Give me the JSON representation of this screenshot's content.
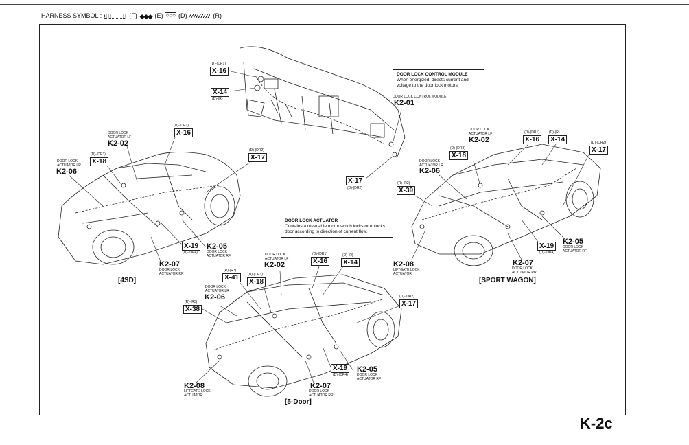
{
  "legend": {
    "title": "HARNESS SYMBOL :",
    "items": [
      {
        "sym": "dotted-line",
        "label": "(F)"
      },
      {
        "sym": "◆◆◆",
        "label": "(E)"
      },
      {
        "sym": "○○○",
        "label": "(D)"
      },
      {
        "sym": "hatched-line",
        "label": "(R)"
      }
    ]
  },
  "page_code": "K-2c",
  "notes": {
    "module": {
      "title": "DOOR LOCK CONTROL MODULE",
      "text": "When energized, directs current and voltage to the door lock motors."
    },
    "actuator": {
      "title": "DOOR LOCK ACTUATOR",
      "text": "Contains a reversible motor which locks or unlocks door according to direction of current flow."
    }
  },
  "dash": {
    "x16_tag": "(D)-(DR1)",
    "x16": "X-16",
    "x14": "X-14",
    "x14_tag": "(D)-(R)",
    "module_label": "DOOR LOCK CONTROL MODULE",
    "module_code": "K2-01",
    "x17": "X-17",
    "x17_tag": "(D)-(DR2)"
  },
  "sedan": {
    "caption": "[4SD]",
    "x16_tag": "(D)-(DR1)",
    "x16": "X-16",
    "lf_label": "DOOR LOCK ACTUATOR LF",
    "lf_code": "K2-02",
    "x18_tag": "(D)-(DR3)",
    "x18": "X-18",
    "lr_label": "DOOR LOCK ACTUATOR LR",
    "lr_code": "K2-06",
    "x17_tag": "(D)-(DR2)",
    "x17": "X-17",
    "x19": "X-19",
    "x19_tag": "(D)-(DR4)",
    "rf_code": "K2-05",
    "rf_label": "DOOR LOCK ACTUATOR RF",
    "rr_code": "K2-07",
    "rr_label": "DOOR LOCK ACTUATOR RR"
  },
  "wagon": {
    "caption": "[SPORT WAGON]",
    "lf_label": "DOOR LOCK ACTUATOR LF",
    "lf_code": "K2-02",
    "x16_tag": "(D)-(DR1)",
    "x16": "X-16",
    "x14_tag": "(D)-(R)",
    "x14": "X-14",
    "x17_tag": "(D)-(DR2)",
    "x17": "X-17",
    "x18_tag": "(D)-(DR3)",
    "x18": "X-18",
    "lr_label": "DOOR LOCK ACTUATOR LR",
    "lr_code": "K2-06",
    "x39_tag": "(R)-(R2)",
    "x39": "X-39",
    "lg_code": "K2-08",
    "lg_label": "LIFTGATE LOCK ACTUATOR",
    "x19": "X-19",
    "x19_tag": "(D)-(DR4)",
    "rr_code": "K2-07",
    "rr_label": "DOOR LOCK ACTUATOR RR",
    "rf_code": "K2-05",
    "rf_label": "DOOR LOCK ACTUATOR RF"
  },
  "door5": {
    "caption": "[5-Door]",
    "x41_tag": "(R)-(R3)",
    "x41": "X-41",
    "x18_tag": "(D)-(DR3)",
    "x18": "X-18",
    "lf_label": "DOOR LOCK ACTUATOR LF",
    "lf_code": "K2-02",
    "x16_tag": "(D)-(DR1)",
    "x16": "X-16",
    "x14_tag": "(D)-(R)",
    "x14": "X-14",
    "lr_label": "DOOR LOCK ACTUATOR LR",
    "lr_code": "K2-06",
    "x38_tag": "(R)-(R3)",
    "x38": "X-38",
    "x17_tag": "(D)-(DR2)",
    "x17": "X-17",
    "x19": "X-19",
    "x19_tag": "(D)-(DR4)",
    "rf_code": "K2-05",
    "rf_label": "DOOR LOCK ACTUATOR RF",
    "lg_code": "K2-08",
    "lg_label": "LIFTGATE LOCK ACTUATOR",
    "rr_code": "K2-07",
    "rr_label": "DOOR LOCK ACTUATOR RR"
  }
}
